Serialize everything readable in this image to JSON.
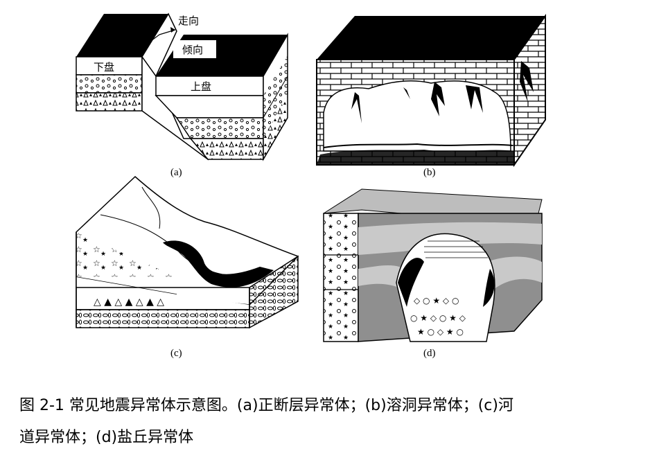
{
  "panel_a": {
    "label": "(a)",
    "strike": "走向",
    "dip": "倾向",
    "footwall": "下盘",
    "hangingwall": "上盘"
  },
  "panel_b": {
    "label": "(b)"
  },
  "panel_c": {
    "label": "(c)"
  },
  "panel_d": {
    "label": "(d)"
  },
  "caption": {
    "line1": "图 2-1 常见地震异常体示意图。(a)正断层异常体；(b)溶洞异常体；(c)河",
    "line2": "道异常体；(d)盐丘异常体"
  },
  "colors": {
    "ink": "#000000",
    "light_gray": "#c8c8c8",
    "mid_gray": "#9a9a9a",
    "dark_gray": "#6e6e6e"
  }
}
